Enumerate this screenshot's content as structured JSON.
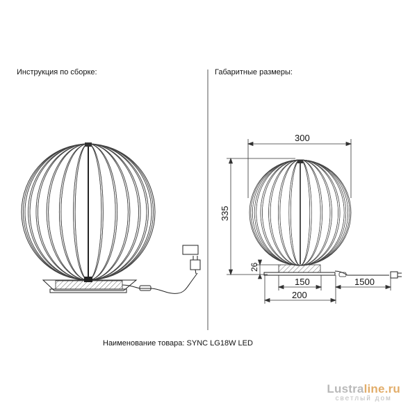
{
  "sections": {
    "assembly_title": "Инструкция по сборке:",
    "dimensions_title": "Габаритные размеры:"
  },
  "dimensions": {
    "width": "300",
    "height": "335",
    "base_height": "26",
    "base_inner": "150",
    "base_outer": "200",
    "cord": "1500"
  },
  "product": {
    "name_label": "Наименование товара:",
    "name_value": "SYNC LG18W LED"
  },
  "watermark": {
    "brand_a": "Lustra",
    "brand_b": "line.ru",
    "tagline": "светлый дом"
  },
  "colors": {
    "line": "#2a2a2a",
    "watermark_grey": "#b9b9b9",
    "watermark_orange": "#e2ad6a"
  }
}
